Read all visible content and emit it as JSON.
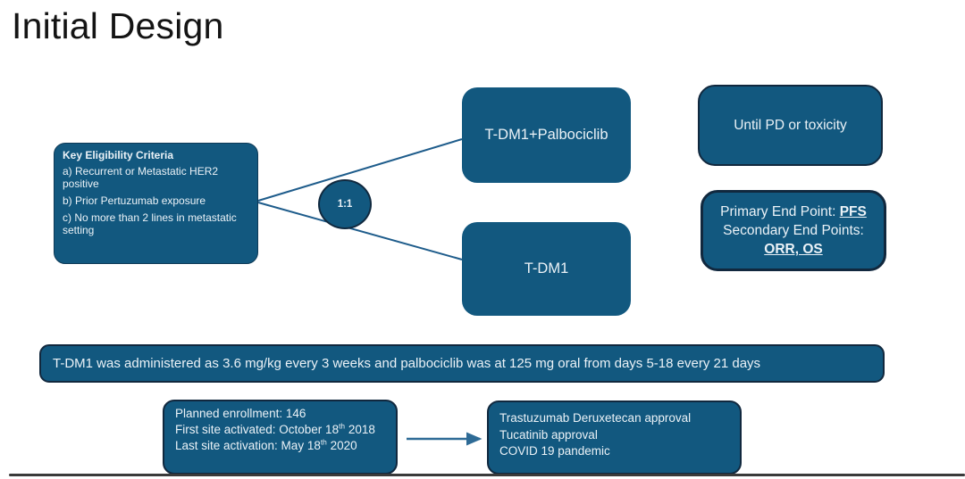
{
  "title": "Initial Design",
  "colors": {
    "box_fill": "#12587F",
    "box_border": "#11283E",
    "box_text": "#EBF2F7",
    "connector_line": "#1E5C8B",
    "title_text": "#141414",
    "bottom_bar": "#3A3A3A"
  },
  "eligibility": {
    "heading": "Key Eligibility Criteria",
    "items": [
      "a) Recurrent or Metastatic HER2 positive",
      "b) Prior Pertuzumab exposure",
      "c) No more than 2 lines in metastatic setting"
    ]
  },
  "randomization": {
    "ratio": "1:1"
  },
  "arms": {
    "arm1": "T-DM1+Palbociclib",
    "arm2": "T-DM1"
  },
  "duration": "Until PD or toxicity",
  "endpoints": {
    "lines": [
      [
        {
          "t": "Primary End Point: "
        },
        {
          "t": "PFS",
          "b": true,
          "u": true
        }
      ],
      [
        {
          "t": "Secondary End Points:"
        }
      ],
      [
        {
          "t": "ORR, OS",
          "b": true,
          "u": true
        }
      ]
    ]
  },
  "dosing": "T-DM1 was administered as 3.6 mg/kg every 3 weeks and palbociclib was at 125 mg oral from days 5-18 every 21 days",
  "enrollment": {
    "lines": [
      [
        {
          "t": "Planned enrollment: 146"
        }
      ],
      [
        {
          "t": "First site activated: October 18"
        },
        {
          "t": "th",
          "sup": true
        },
        {
          "t": " 2018"
        }
      ],
      [
        {
          "t": "Last site activation: May 18"
        },
        {
          "t": "th",
          "sup": true
        },
        {
          "t": " 2020"
        }
      ]
    ]
  },
  "delays": {
    "lines": [
      [
        {
          "t": "Trastuzumab Deruxetecan approval"
        }
      ],
      [
        {
          "t": "Tucatinib approval"
        }
      ],
      [
        {
          "t": "COVID 19 pandemic"
        }
      ]
    ]
  }
}
